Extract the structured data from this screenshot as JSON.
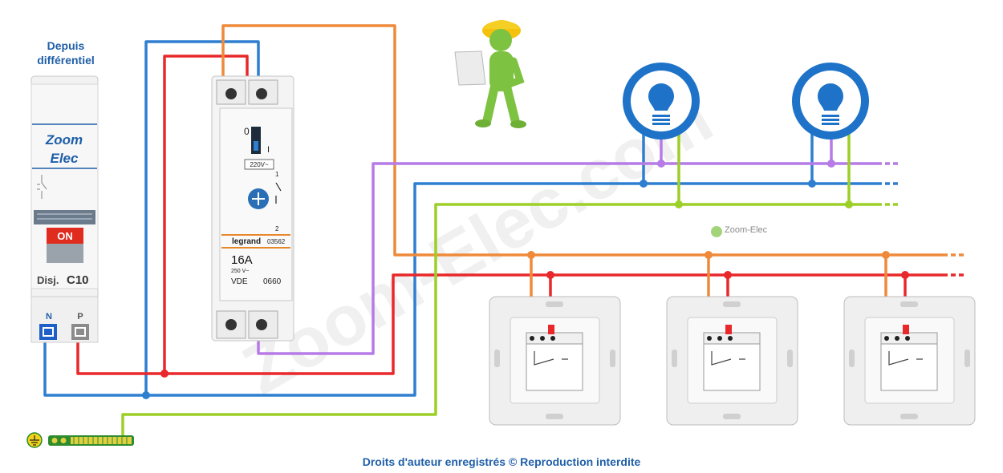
{
  "header": {
    "line1": "Depuis",
    "line2": "différentiel"
  },
  "breaker": {
    "brand_line1": "Zoom",
    "brand_line2": "Elec",
    "on_label": "ON",
    "model_prefix": "Disj.",
    "model": "C10",
    "neutral_label": "N",
    "phase_label": "P"
  },
  "relay": {
    "pos_off": "0",
    "pos_on": "I",
    "coil_voltage": "220V~",
    "contact_1": "1",
    "contact_2": "2",
    "brand": "legrand",
    "ref": "03562",
    "rating": "16A",
    "voltage": "250 V~",
    "standard": "VDE",
    "code": "0660"
  },
  "watermark": {
    "big": "Zoom-Elec.com",
    "small": "Zoom-Elec"
  },
  "footer": {
    "copyright": "Droits d'auteur enregistrés © Reproduction interdite"
  },
  "colors": {
    "neutral": "#2f7fd0",
    "phase": "#e8282a",
    "return": "#ef8a3a",
    "coil": "#b67be6",
    "earth": "#9ccf27",
    "brand_blue": "#1f5fa8",
    "lamp_blue": "#1e73c8"
  }
}
